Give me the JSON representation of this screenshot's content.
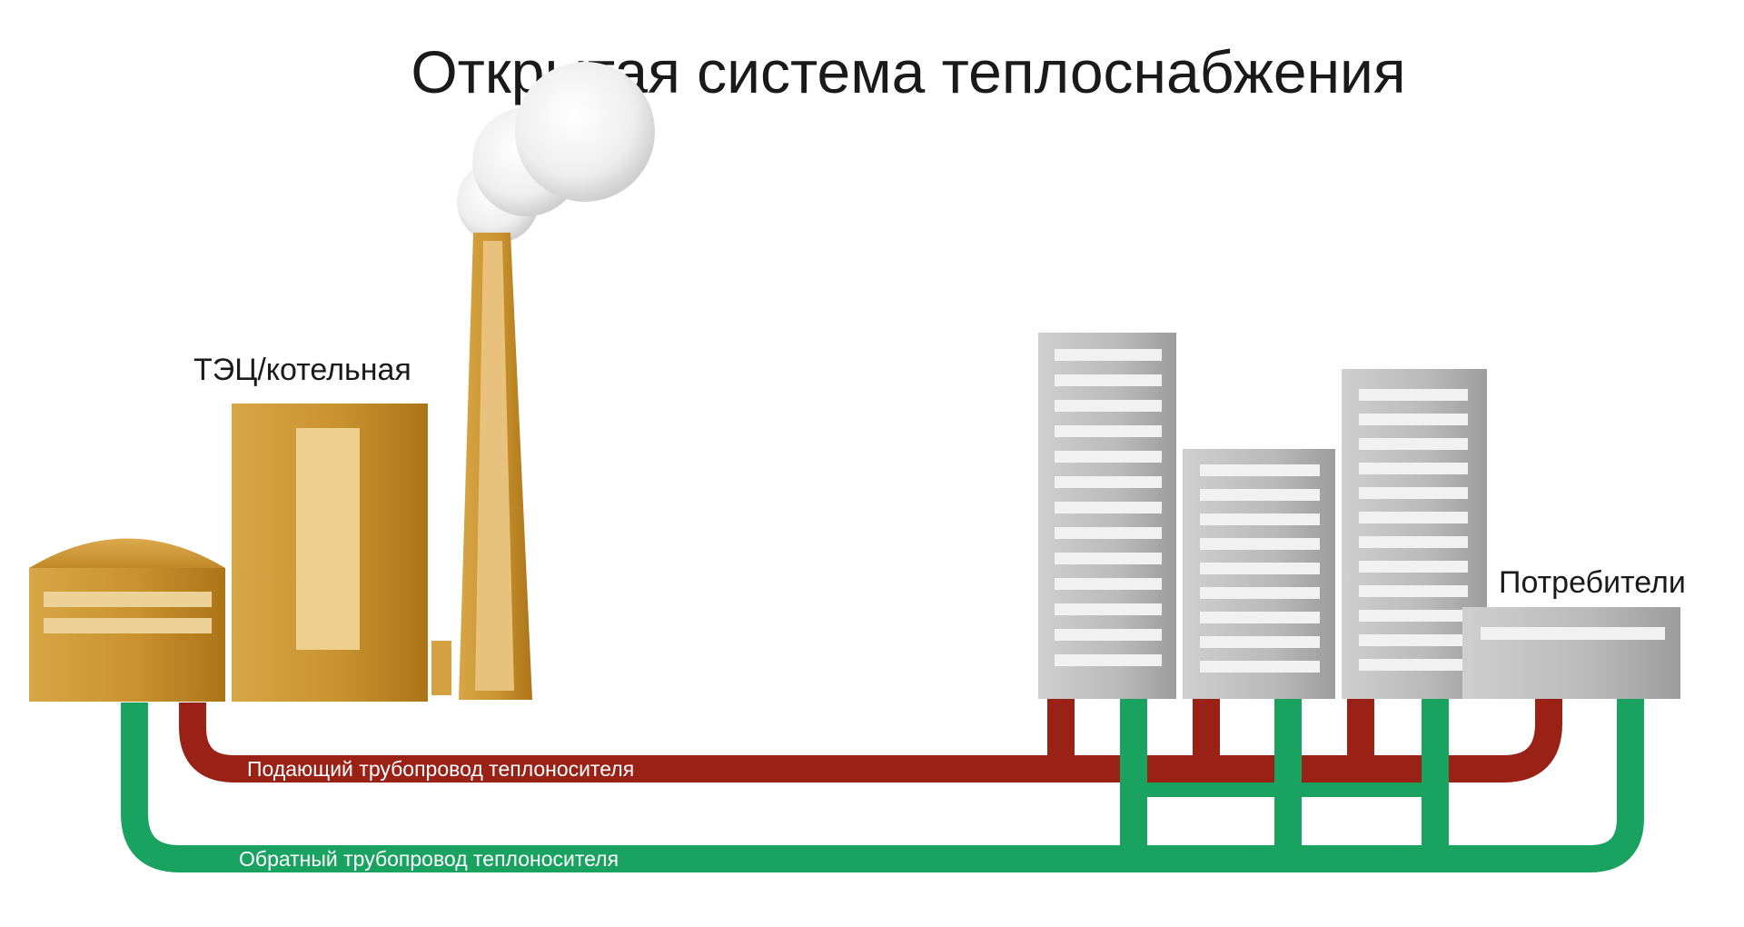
{
  "title": "Открытая система теплоснабжения",
  "labels": {
    "plant": "ТЭЦ/котельная",
    "consumers": "Потребители",
    "supply_pipe": "Подающий трубопровод теплоносителя",
    "return_pipe": "Обратный трубопровод теплоносителя"
  },
  "colors": {
    "supply": "#9a2116",
    "return": "#1aa260",
    "plant": "#c8922e",
    "building": "#b7b7b7"
  }
}
